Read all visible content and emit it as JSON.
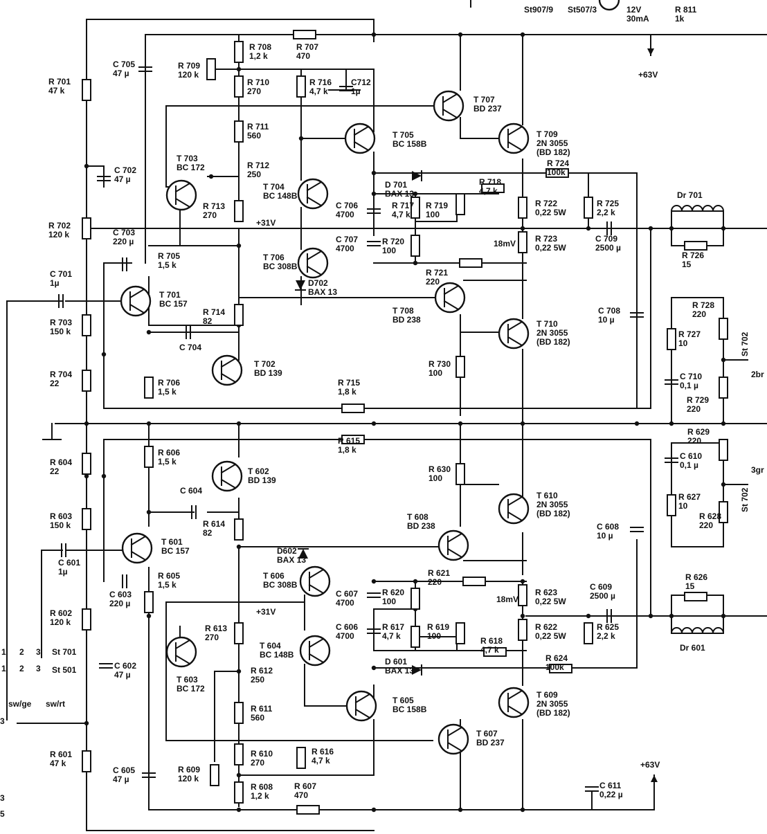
{
  "top_header": [
    "St907/9",
    "St507/3",
    "12V",
    "30mA",
    "R 811",
    "1k"
  ],
  "supply": {
    "upper": "+63V",
    "lower": "+63V",
    "rail_upper": "+31V",
    "rail_lower": "+31V"
  },
  "resistors": [
    {
      "id": "R701",
      "lines": [
        "R 701",
        "47 k"
      ]
    },
    {
      "id": "R702",
      "lines": [
        "R 702",
        "120 k"
      ]
    },
    {
      "id": "R703",
      "lines": [
        "R 703",
        "150 k"
      ]
    },
    {
      "id": "R704",
      "lines": [
        "R 704",
        "22"
      ]
    },
    {
      "id": "R705",
      "lines": [
        "R 705",
        "1,5 k"
      ]
    },
    {
      "id": "R706",
      "lines": [
        "R 706",
        "1,5 k"
      ]
    },
    {
      "id": "R707",
      "lines": [
        "R 707",
        "470"
      ]
    },
    {
      "id": "R708",
      "lines": [
        "R 708",
        "1,2 k"
      ]
    },
    {
      "id": "R709",
      "lines": [
        "R 709",
        "120 k"
      ]
    },
    {
      "id": "R710",
      "lines": [
        "R 710",
        "270"
      ]
    },
    {
      "id": "R711",
      "lines": [
        "R 711",
        "560"
      ]
    },
    {
      "id": "R712",
      "lines": [
        "R 712",
        "250"
      ]
    },
    {
      "id": "R713",
      "lines": [
        "R 713",
        "270"
      ]
    },
    {
      "id": "R714",
      "lines": [
        "R 714",
        "82"
      ]
    },
    {
      "id": "R715",
      "lines": [
        "R 715",
        "1,8 k"
      ]
    },
    {
      "id": "R716",
      "lines": [
        "R 716",
        "4,7 k"
      ]
    },
    {
      "id": "R717",
      "lines": [
        "R 717",
        "4,7 k"
      ]
    },
    {
      "id": "R718",
      "lines": [
        "R 718",
        "4,7 k"
      ]
    },
    {
      "id": "R719",
      "lines": [
        "R 719",
        "100"
      ]
    },
    {
      "id": "R720",
      "lines": [
        "R 720",
        "100"
      ]
    },
    {
      "id": "R721",
      "lines": [
        "R 721",
        "220"
      ]
    },
    {
      "id": "R722",
      "lines": [
        "R 722",
        "0,22 5W"
      ]
    },
    {
      "id": "R723",
      "lines": [
        "R 723",
        "0,22 5W"
      ]
    },
    {
      "id": "R724",
      "lines": [
        "R 724",
        "100k"
      ]
    },
    {
      "id": "R725",
      "lines": [
        "R 725",
        "2,2 k"
      ]
    },
    {
      "id": "R726",
      "lines": [
        "R 726",
        "15"
      ]
    },
    {
      "id": "R727",
      "lines": [
        "R 727",
        "10"
      ]
    },
    {
      "id": "R728",
      "lines": [
        "R 728",
        "220"
      ]
    },
    {
      "id": "R729",
      "lines": [
        "R 729",
        "220"
      ]
    },
    {
      "id": "R730",
      "lines": [
        "R 730",
        "100"
      ]
    },
    {
      "id": "R601",
      "lines": [
        "R 601",
        "47 k"
      ]
    },
    {
      "id": "R602",
      "lines": [
        "R 602",
        "120 k"
      ]
    },
    {
      "id": "R603",
      "lines": [
        "R 603",
        "150 k"
      ]
    },
    {
      "id": "R604",
      "lines": [
        "R 604",
        "22"
      ]
    },
    {
      "id": "R605",
      "lines": [
        "R 605",
        "1,5 k"
      ]
    },
    {
      "id": "R606",
      "lines": [
        "R 606",
        "1,5 k"
      ]
    },
    {
      "id": "R607",
      "lines": [
        "R 607",
        "470"
      ]
    },
    {
      "id": "R608",
      "lines": [
        "R 608",
        "1,2 k"
      ]
    },
    {
      "id": "R609",
      "lines": [
        "R 609",
        "120 k"
      ]
    },
    {
      "id": "R610",
      "lines": [
        "R 610",
        "270"
      ]
    },
    {
      "id": "R611",
      "lines": [
        "R 611",
        "560"
      ]
    },
    {
      "id": "R612",
      "lines": [
        "R 612",
        "250"
      ]
    },
    {
      "id": "R613",
      "lines": [
        "R 613",
        "270"
      ]
    },
    {
      "id": "R614",
      "lines": [
        "R 614",
        "82"
      ]
    },
    {
      "id": "R615",
      "lines": [
        "R 615",
        "1,8 k"
      ]
    },
    {
      "id": "R616",
      "lines": [
        "R 616",
        "4,7 k"
      ]
    },
    {
      "id": "R617",
      "lines": [
        "R 617",
        "4,7 k"
      ]
    },
    {
      "id": "R618",
      "lines": [
        "R 618",
        "4,7 k"
      ]
    },
    {
      "id": "R619",
      "lines": [
        "R 619",
        "100"
      ]
    },
    {
      "id": "R620",
      "lines": [
        "R 620",
        "100"
      ]
    },
    {
      "id": "R621",
      "lines": [
        "R 621",
        "220"
      ]
    },
    {
      "id": "R622",
      "lines": [
        "R 622",
        "0,22 5W"
      ]
    },
    {
      "id": "R623",
      "lines": [
        "R 623",
        "0,22 5W"
      ]
    },
    {
      "id": "R624",
      "lines": [
        "R 624",
        "100k"
      ]
    },
    {
      "id": "R625",
      "lines": [
        "R 625",
        "2,2 k"
      ]
    },
    {
      "id": "R626",
      "lines": [
        "R 626",
        "15"
      ]
    },
    {
      "id": "R627",
      "lines": [
        "R 627",
        "10"
      ]
    },
    {
      "id": "R628",
      "lines": [
        "R 628",
        "220"
      ]
    },
    {
      "id": "R629",
      "lines": [
        "R 629",
        "220"
      ]
    },
    {
      "id": "R630",
      "lines": [
        "R 630",
        "100"
      ]
    }
  ],
  "capacitors": [
    {
      "id": "C701",
      "lines": [
        "C 701",
        "1µ"
      ]
    },
    {
      "id": "C702",
      "lines": [
        "C 702",
        "47 µ"
      ]
    },
    {
      "id": "C703",
      "lines": [
        "C 703",
        "220 µ"
      ]
    },
    {
      "id": "C704",
      "lines": [
        "C 704"
      ]
    },
    {
      "id": "C705",
      "lines": [
        "C 705",
        "47 µ"
      ]
    },
    {
      "id": "C706",
      "lines": [
        "C 706",
        "4700"
      ]
    },
    {
      "id": "C707",
      "lines": [
        "C 707",
        "4700"
      ]
    },
    {
      "id": "C708",
      "lines": [
        "C 708",
        "10 µ"
      ]
    },
    {
      "id": "C709",
      "lines": [
        "C 709",
        "2500 µ"
      ]
    },
    {
      "id": "C710",
      "lines": [
        "C 710",
        "0,1 µ"
      ]
    },
    {
      "id": "C712",
      "lines": [
        "C712",
        "1µ"
      ]
    },
    {
      "id": "C601",
      "lines": [
        "C 601",
        "1µ"
      ]
    },
    {
      "id": "C602",
      "lines": [
        "C 602",
        "47 µ"
      ]
    },
    {
      "id": "C603",
      "lines": [
        "C 603",
        "220 µ"
      ]
    },
    {
      "id": "C604",
      "lines": [
        "C 604"
      ]
    },
    {
      "id": "C605",
      "lines": [
        "C 605",
        "47 µ"
      ]
    },
    {
      "id": "C606",
      "lines": [
        "C 606",
        "4700"
      ]
    },
    {
      "id": "C607",
      "lines": [
        "C 607",
        "4700"
      ]
    },
    {
      "id": "C608",
      "lines": [
        "C 608",
        "10 µ"
      ]
    },
    {
      "id": "C609",
      "lines": [
        "C 609",
        "2500 µ"
      ]
    },
    {
      "id": "C610",
      "lines": [
        "C 610",
        "0,1 µ"
      ]
    },
    {
      "id": "C611",
      "lines": [
        "C 611",
        "0,22 µ"
      ]
    }
  ],
  "transistors": [
    {
      "id": "T701",
      "lines": [
        "T 701",
        "BC 157"
      ]
    },
    {
      "id": "T702",
      "lines": [
        "T 702",
        "BD 139"
      ]
    },
    {
      "id": "T703",
      "lines": [
        "T 703",
        "BC 172"
      ]
    },
    {
      "id": "T704",
      "lines": [
        "T 704",
        "BC 148B"
      ]
    },
    {
      "id": "T705",
      "lines": [
        "T 705",
        "BC 158B"
      ]
    },
    {
      "id": "T706",
      "lines": [
        "T 706",
        "BC 308B"
      ]
    },
    {
      "id": "T707",
      "lines": [
        "T 707",
        "BD 237"
      ]
    },
    {
      "id": "T708",
      "lines": [
        "T 708",
        "BD 238"
      ]
    },
    {
      "id": "T709",
      "lines": [
        "T 709",
        "2N 3055",
        "(BD 182)"
      ]
    },
    {
      "id": "T710",
      "lines": [
        "T 710",
        "2N 3055",
        "(BD 182)"
      ]
    },
    {
      "id": "T601",
      "lines": [
        "T 601",
        "BC 157"
      ]
    },
    {
      "id": "T602",
      "lines": [
        "T 602",
        "BD 139"
      ]
    },
    {
      "id": "T603",
      "lines": [
        "T 603",
        "BC 172"
      ]
    },
    {
      "id": "T604",
      "lines": [
        "T 604",
        "BC 148B"
      ]
    },
    {
      "id": "T605",
      "lines": [
        "T 605",
        "BC 158B"
      ]
    },
    {
      "id": "T606",
      "lines": [
        "T 606",
        "BC 308B"
      ]
    },
    {
      "id": "T607",
      "lines": [
        "T 607",
        "BD 237"
      ]
    },
    {
      "id": "T608",
      "lines": [
        "T 608",
        "BD 238"
      ]
    },
    {
      "id": "T609",
      "lines": [
        "T 609",
        "2N 3055",
        "(BD 182)"
      ]
    },
    {
      "id": "T610",
      "lines": [
        "T 610",
        "2N 3055",
        "(BD 182)"
      ]
    }
  ],
  "diodes": [
    {
      "id": "D701",
      "lines": [
        "D 701",
        "BAX 13"
      ]
    },
    {
      "id": "D702",
      "lines": [
        "D702",
        "BAX 13"
      ]
    },
    {
      "id": "D601",
      "lines": [
        "D 601",
        "BAX 13"
      ]
    },
    {
      "id": "D602",
      "lines": [
        "D602",
        "BAX 13"
      ]
    }
  ],
  "chokes": [
    {
      "id": "Dr701",
      "lines": [
        "Dr 701"
      ]
    },
    {
      "id": "Dr601",
      "lines": [
        "Dr 601"
      ]
    }
  ],
  "connectors": [
    "St 701",
    "St 501",
    "St 702",
    "St 702",
    "sw/ge",
    "sw/rt",
    "2br",
    "3gr"
  ],
  "connector_pins": [
    "1",
    "2",
    "3",
    "1",
    "2",
    "3"
  ],
  "measurements": [
    "18mV",
    "18mV"
  ],
  "edge_marks": [
    "3",
    "3",
    "5"
  ]
}
